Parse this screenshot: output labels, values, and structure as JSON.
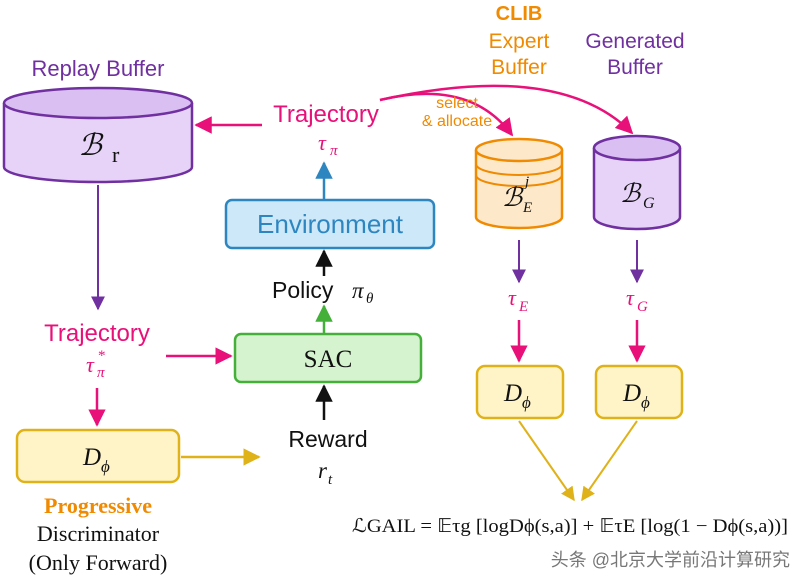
{
  "labels": {
    "replay_buffer": "Replay Buffer",
    "buffer_r_symbol": "ℬ",
    "buffer_r_sub": "r",
    "trajectory_top": "Trajectory",
    "tau_pi_symbol": "τ",
    "tau_pi_sub": "π",
    "select_allocate_line1": "select",
    "select_allocate_line2": "& allocate",
    "clib": "CLIB",
    "expert_buffer_line1": "Expert",
    "expert_buffer_line2": "Buffer",
    "generated_buffer_line1": "Generated",
    "generated_buffer_line2": "Buffer",
    "buffer_e_symbol": "ℬ",
    "buffer_e_sub": "E",
    "buffer_e_sup": "j",
    "buffer_g_symbol": "ℬ",
    "buffer_g_sub": "G",
    "environment": "Environment",
    "policy": "Policy",
    "policy_symbol": "π",
    "policy_sub": "θ",
    "trajectory_mid": "Trajectory",
    "tau_star_symbol": "τ",
    "tau_star_sub": "π",
    "tau_star_sup": "*",
    "sac": "SAC",
    "reward": "Reward",
    "reward_symbol": "r",
    "reward_sub": "t",
    "tau_e_symbol": "τ",
    "tau_e_sub": "E",
    "tau_g_symbol": "τ",
    "tau_g_sub": "G",
    "d_phi_symbol": "D",
    "d_phi_sub": "ϕ",
    "progressive": "Progressive",
    "discriminator": "Discriminator",
    "only_forward": "(Only Forward)",
    "loss_equation": "ℒGAIL = 𝔼τg [logDϕ(s,a)] + 𝔼τE [log(1 − Dϕ(s,a))]",
    "watermark": "头条 @北京大学前沿计算研究"
  },
  "colors": {
    "purple": "#7030a0",
    "purple_fill": "#e6d3f7",
    "pink": "#e8117a",
    "orange": "#f08a00",
    "orange_fill": "#fde9c9",
    "blue": "#2e86c1",
    "blue_fill": "#cde8f8",
    "green": "#44b03a",
    "green_fill": "#d6f3cf",
    "yellow": "#e0b21a",
    "yellow_fill": "#fff4c7"
  }
}
